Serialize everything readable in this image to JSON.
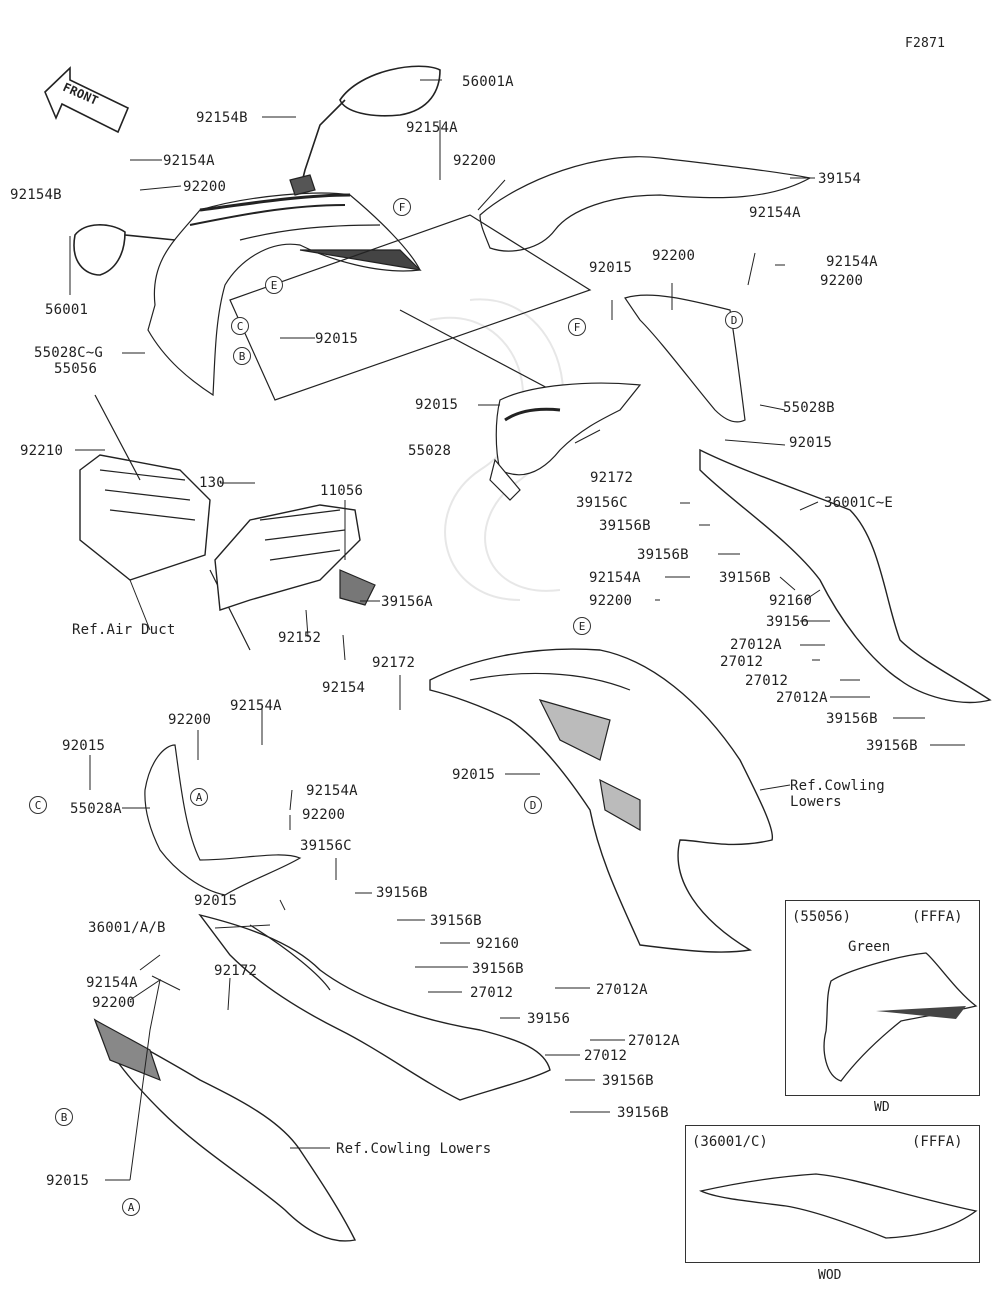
{
  "figure_code": "F2871",
  "front_badge": "FRONT",
  "colors": {
    "line": "#222222",
    "fill_dark": "#3a3a3a",
    "fill_grey": "#9a9a9a",
    "watermark": "#c9c9c9"
  },
  "labels": {
    "p56001A": "56001A",
    "p92154B_top": "92154B",
    "p92154A_l": "92154A",
    "p92154B_l": "92154B",
    "p92200_l": "92200",
    "p56001": "56001",
    "p55028CG": "55028C~G",
    "p55056": "55056",
    "p92015_mid": "92015",
    "p92154A_top": "92154A",
    "p92200_top": "92200",
    "p39154": "39154",
    "p92015_r": "92015",
    "p92200_r": "92200",
    "p92154A_r1": "92154A",
    "p92154A_r2": "92154A",
    "p92200_r2": "92200",
    "p55028B": "55028B",
    "p92015_r2": "92015",
    "p92015_c": "92015",
    "p55028": "55028",
    "p92172_c": "92172",
    "p36001CE": "36001C~E",
    "p39156C_r": "39156C",
    "p39156B_r1": "39156B",
    "p39156B_r2": "39156B",
    "p39156B_r3": "39156B",
    "p92154A_m": "92154A",
    "p92200_m": "92200",
    "p92160_r": "92160",
    "p39156_r": "39156",
    "p27012A_r1": "27012A",
    "p27012_r1": "27012",
    "p27012_r2": "27012",
    "p27012A_r2": "27012A",
    "p39156B_r4": "39156B",
    "p39156B_r5": "39156B",
    "p92210": "92210",
    "p130": "130",
    "p11056": "11056",
    "p39156A": "39156A",
    "p92152": "92152",
    "p92154": "92154",
    "ref_air_duct": "Ref.Air Duct",
    "p92172_m": "92172",
    "p92015_m": "92015",
    "ref_cowling_lowers_r": "Ref.Cowling\nLowers",
    "p92200_ll": "92200",
    "p92154A_ll": "92154A",
    "p92015_ll": "92015",
    "p55028A": "55028A",
    "p92154A_lm": "92154A",
    "p92200_lm": "92200",
    "p39156C_lm": "39156C",
    "p92015_lm": "92015",
    "p39156B_lm1": "39156B",
    "p36001AB": "36001/A/B",
    "p39156B_lm2": "39156B",
    "p92160_lm": "92160",
    "p92154A_lb": "92154A",
    "p92172_lb": "92172",
    "p92200_lb": "92200",
    "p39156B_lm3": "39156B",
    "p27012_lm": "27012",
    "p27012A_lm1": "27012A",
    "p39156_lm": "39156",
    "p27012A_lm2": "27012A",
    "p27012_lm2": "27012",
    "p39156B_lm4": "39156B",
    "p39156B_lm5": "39156B",
    "ref_cowling_lowers_b": "Ref.Cowling Lowers",
    "p92015_lb": "92015"
  },
  "callouts": [
    "A",
    "B",
    "C",
    "D",
    "E",
    "F"
  ],
  "insets": {
    "wd": {
      "part": "(55056)",
      "code": "(FFFA)",
      "note": "Green",
      "caption": "WD"
    },
    "wod": {
      "part": "(36001/C)",
      "code": "(FFFA)",
      "caption": "WOD"
    }
  }
}
